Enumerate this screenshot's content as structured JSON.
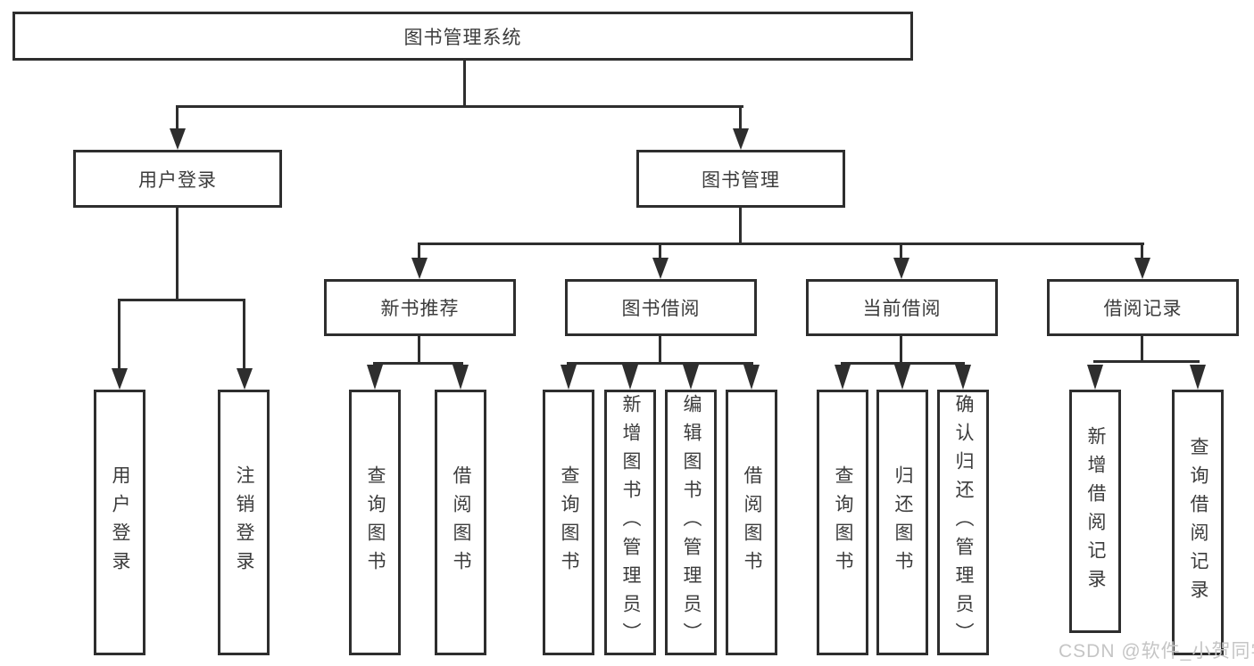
{
  "diagram": {
    "root": {
      "label": "图书管理系统"
    },
    "branches": [
      {
        "label": "用户登录",
        "children": [
          {
            "label": "用户登录"
          },
          {
            "label": "注销登录"
          }
        ]
      },
      {
        "label": "图书管理",
        "children": [
          {
            "label": "新书推荐",
            "children": [
              {
                "label": "查询图书"
              },
              {
                "label": "借阅图书"
              }
            ]
          },
          {
            "label": "图书借阅",
            "children": [
              {
                "label": "查询图书"
              },
              {
                "label": "新增图书（管理员）"
              },
              {
                "label": "编辑图书（管理员）"
              },
              {
                "label": "借阅图书"
              }
            ]
          },
          {
            "label": "当前借阅",
            "children": [
              {
                "label": "查询图书"
              },
              {
                "label": "归还图书"
              },
              {
                "label": "确认归还（管理员）"
              }
            ]
          },
          {
            "label": "借阅记录",
            "children": [
              {
                "label": "新增借阅记录"
              },
              {
                "label": "查询借阅记录"
              }
            ]
          }
        ]
      }
    ]
  },
  "watermark": {
    "text": "CSDN @软件_小贺同学"
  },
  "colors": {
    "line": "#2e2e2e",
    "box_border": "#2e2e2e",
    "box_fill": "#ffffff",
    "text": "#3c3c3c",
    "watermark": "#c5c5c5",
    "background": "#ffffff"
  }
}
